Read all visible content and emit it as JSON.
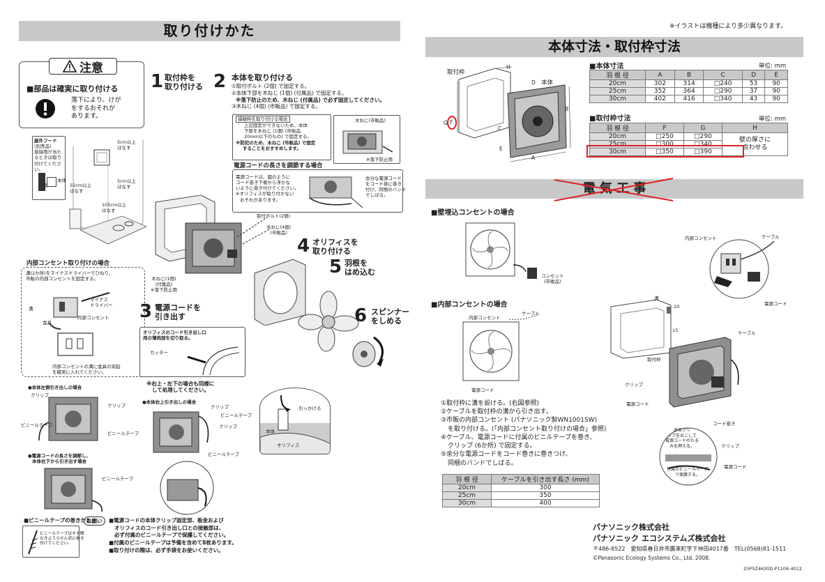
{
  "top_note": "※イラストは機種により多少異なります。",
  "left": {
    "banner": "取り付けかた",
    "caution": {
      "title": "注意",
      "subtitle": "■部品は確実に取り付ける",
      "body": [
        "落下により、けが",
        "をするおそれが",
        "あります。"
      ]
    },
    "hood_note": [
      "屋外フード",
      "(別売品)",
      "直接雨が当た",
      "るときは取り",
      "付けてくださ",
      "い。"
    ],
    "dims": [
      "5cm以上",
      "はなす",
      "5cm以上",
      "はなす",
      "55cm以上",
      "はなす",
      "105cm以上",
      "はなす"
    ],
    "wall_label": "本体",
    "wall_label2": "壁",
    "step1": {
      "num": "1",
      "title": [
        "取付枠を",
        "取り付ける"
      ]
    },
    "step2": {
      "num": "2",
      "title": "本体を取り付ける",
      "lines": [
        "①取付ボルト (2個) で固定する。",
        "②本体下部を木ねじ (1個) (付属品) で固定する。",
        "※落下防止のため、木ねじ (付属品) で必ず固定してください。",
        "③木ねじ (4個) (市販品) で固定する。"
      ],
      "edge_box_title": "縁線枠を取り付ける場合",
      "edge_box_lines": [
        "上記固定ができないため、本体",
        "下部を木ねじ (1個) (市販品:",
        "20mm以下のもの) で固定する。",
        "※防犯のため、木ねじ (市販品) で固定",
        "することをおすすめします。"
      ],
      "screw_label": "木ねじ(市販品)",
      "fall_label": "※落下防止用"
    },
    "cord_length": {
      "title": "電源コードの長さを調節する場合",
      "left_lines": [
        "電源コードは、図のように",
        "コード巻き下側から浮かな",
        "いように巻き付けてください。",
        "※オリフィスが取り付かない",
        "おそれがあります。"
      ],
      "right_lines": [
        "余分な電源コード",
        "をコード巻に巻き",
        "付け、同梱のバンド",
        "でしばる。"
      ]
    },
    "inner_outlet": {
      "title": "内部コンセント取り付けの場合",
      "lines": [
        "溝(2か所)をマイナスドライバーでひねり、",
        "市販の内部コンセントを固定する。"
      ],
      "groove": "溝",
      "driver": [
        "マイナス",
        "ドライバー"
      ],
      "metal": "金具",
      "outlet": "内部コンセント",
      "note": [
        "内部コンセントの溝に金具の突起",
        "を確実に入れてください。"
      ]
    },
    "parts": {
      "bolt": "取付ボルト(2個)",
      "screw4": [
        "木ねじ(4個)",
        "(市販品)"
      ],
      "screw1": [
        "木ねじ(1個)",
        "(付属品)",
        "※落下防止用"
      ]
    },
    "step3": {
      "num": "3",
      "title": [
        "電源コードを",
        "引き出す"
      ],
      "box_title": [
        "オリフィスのコード引き出し口",
        "用の薄肉部を切り取る。"
      ],
      "cutter": "カッター",
      "note": [
        "※右上・左下の場合も同様に",
        "して処理してください。"
      ],
      "right_pull": "●本体右上引き出しの場合"
    },
    "step4": {
      "num": "4",
      "title": [
        "オリフィスを",
        "取り付ける"
      ]
    },
    "step5": {
      "num": "5",
      "title": [
        "羽根を",
        "はめ込む"
      ]
    },
    "step6": {
      "num": "6",
      "title": [
        "スピンナー",
        "をしめる"
      ]
    },
    "hook": "引っかける",
    "honntai": "本体",
    "orifice": "オリフィス",
    "left_pull": "●本体左側引き出しの場合",
    "clip": "クリップ",
    "vinyl": "ビニールテープ",
    "cord_adjust": [
      "●電源コードの長さを調節し、",
      "本体右下から引き出す場合"
    ],
    "tape_wrap": {
      "title": "■ビニールテープの巻きかた",
      "note": [
        "ビニールテープはすき間",
        "なきようらせん状に巻き",
        "付けてください。"
      ]
    },
    "request": {
      "badge": "お願い",
      "lines": [
        "■電源コードの本体クリップ固定部、板金および",
        "オリフィスのコード引き出し口との接触部は、",
        "必ず付属のビニールテープで保護してください。",
        "■付属のビニールテープは予備を含めて8枚あります。",
        "■取り付けの際は、必ず手袋をお使いください。"
      ]
    }
  },
  "right": {
    "banner": "本体寸法・取付枠寸法",
    "frame_label": "取付枠",
    "body_label": "本体",
    "dim_letters": [
      "H",
      "D",
      "B",
      "C",
      "E",
      "A",
      "G",
      "F"
    ],
    "body_dims": {
      "title": "■本体寸法",
      "unit": "単位: mm",
      "headers": [
        "羽 根 径",
        "A",
        "B",
        "C",
        "D",
        "E"
      ],
      "rows": [
        [
          "20cm",
          "302",
          "314",
          "□240",
          "53",
          "90"
        ],
        [
          "25cm",
          "352",
          "364",
          "□290",
          "37",
          "90"
        ],
        [
          "30cm",
          "402",
          "416",
          "□340",
          "43",
          "90"
        ]
      ]
    },
    "frame_dims": {
      "title": "■取付枠寸法",
      "unit": "単位: mm",
      "headers": [
        "羽 根 径",
        "F",
        "G",
        "H"
      ],
      "rows": [
        [
          "20cm",
          "□250",
          "□290"
        ],
        [
          "25cm",
          "□300",
          "□340"
        ],
        [
          "30cm",
          "□350",
          "□390"
        ]
      ],
      "h_value": [
        "壁の厚さに",
        "合わせる"
      ]
    },
    "electric_banner": "電 気 工 事",
    "wall_outlet": {
      "title": "■壁埋込コンセントの場合",
      "outlet": [
        "コンセント",
        "(市販品)"
      ]
    },
    "internal_outlet": {
      "title": "■内部コンセントの場合",
      "cable": "ケーブル",
      "inner": "内部コンセント",
      "cord": "電源コード",
      "steps": [
        "①取付枠に溝を設ける。(右図参照)",
        "②ケーブルを取付枠の溝から引き出す。",
        "③市販の内部コンセント (パナソニック製WN1001SW)",
        "を取り付ける。(「内部コンセント取り付けの場合」参照)",
        "④ケーブル、電源コードに付属のビニルテープを巻き、",
        "クリップ (6か所) で固定する。",
        "⑤余分な電源コードをコード巻きに巻きつけ、",
        "同梱のバンドでしばる。"
      ],
      "cable_table": {
        "headers": [
          "羽 根 径",
          "ケーブルを引き出す長さ (mm)"
        ],
        "rows": [
          [
            "20cm",
            "300"
          ],
          [
            "25cm",
            "350"
          ],
          [
            "30cm",
            "400"
          ]
        ]
      }
    },
    "diagram_labels": {
      "inner_outlet": "内部コンセント",
      "cable": "ケーブル",
      "cord": "電源コード",
      "groove": "溝",
      "d20": "20",
      "d15": "15",
      "frame": "取付枠",
      "clip": "クリップ",
      "cord2": "電源コード",
      "cord_reel": "コード巻き",
      "clip_note": [
        "本体クリ",
        "ップをおこして",
        "電源コードのたる",
        "みを押える。"
      ],
      "clip2": "クリップ",
      "tape_note": [
        "付属のビニールテープ",
        "で保護する。"
      ],
      "cord3": "電源コード",
      "cable2": "ケーブル"
    },
    "company": {
      "name1": "パナソニック株式会社",
      "name2": "パナソニック エコシステムズ株式会社",
      "address": "〒486-8522　愛知県春日井市鷹来町字下仲田4017番　TEL(0568)81-1511",
      "copyright": "©Panasonic Ecology Systems Co., Ltd. 2008.",
      "code": "25P5Z4630D-P1106-4012"
    }
  }
}
